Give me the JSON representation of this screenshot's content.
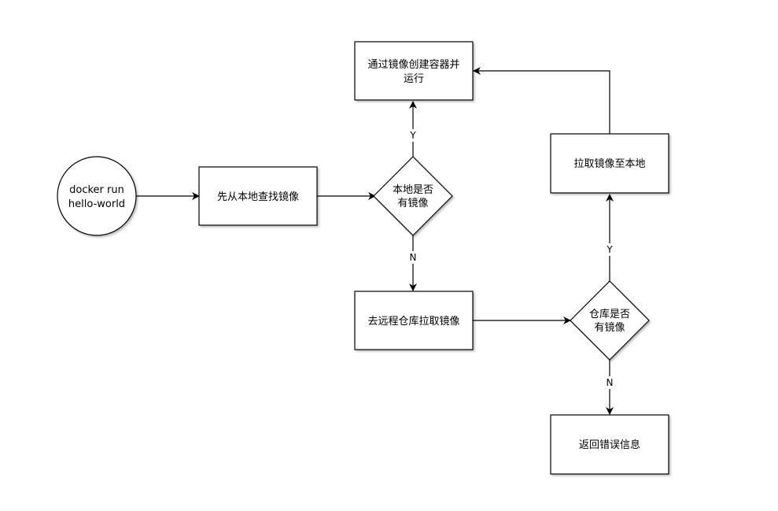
{
  "start": {
    "line1": "docker run",
    "line2": "hello-world"
  },
  "nodes": {
    "search_local": "先从本地查找镜像",
    "check_local_line1": "本地是否",
    "check_local_line2": "有镜像",
    "create_run_line1": "通过镜像创建容器并",
    "create_run_line2": "运行",
    "pull_remote": "去远程仓库拉取镜像",
    "check_repo_line1": "仓库是否",
    "check_repo_line2": "有镜像",
    "pull_local": "拉取镜像至本地",
    "return_error": "返回错误信息"
  },
  "edge_labels": {
    "yes": "Y",
    "no": "N"
  },
  "colors": {
    "stroke": "#000000",
    "fill": "#ffffff",
    "shadow": "#c8c8c8"
  }
}
